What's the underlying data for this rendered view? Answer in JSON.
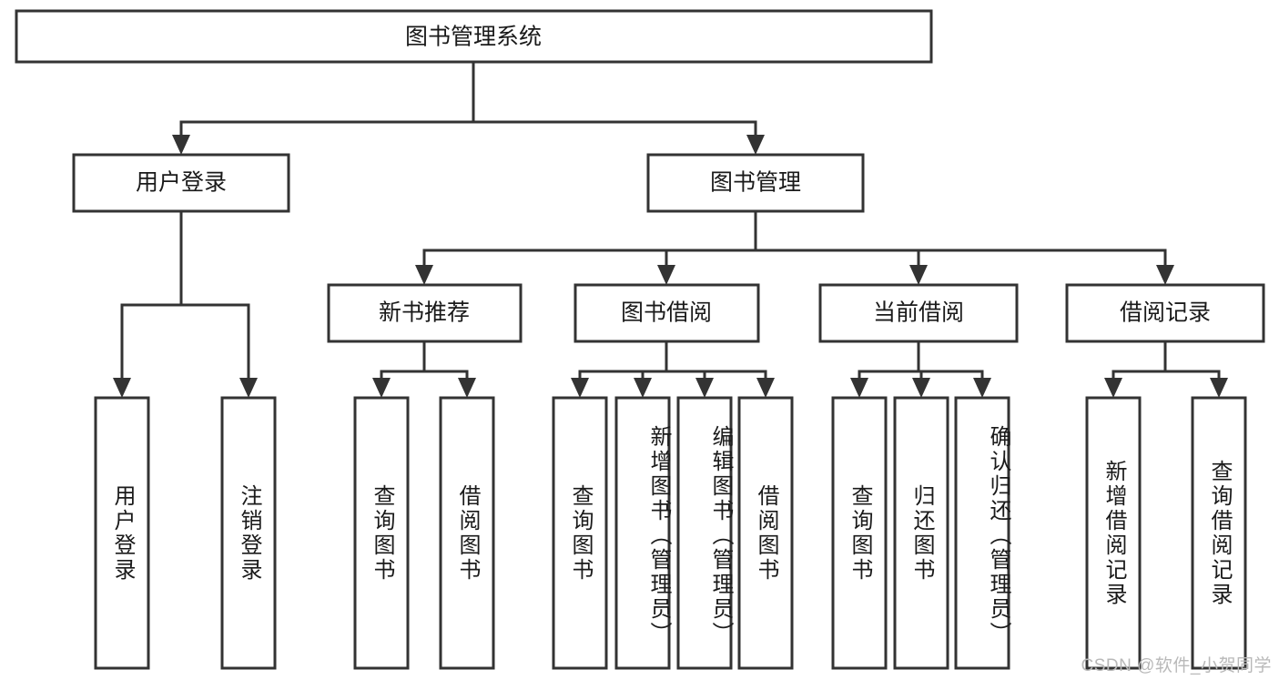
{
  "diagram": {
    "title": "图书管理系统",
    "type": "tree-hierarchy-diagram",
    "colors": {
      "stroke": "#333333",
      "fill": "#ffffff",
      "text": "#1a1a1a",
      "watermark": "#b9b9b9"
    },
    "root": {
      "label": "图书管理系统"
    },
    "level2": [
      {
        "label": "用户登录"
      },
      {
        "label": "图书管理"
      }
    ],
    "level3": [
      {
        "label": "新书推荐"
      },
      {
        "label": "图书借阅"
      },
      {
        "label": "当前借阅"
      },
      {
        "label": "借阅记录"
      }
    ],
    "leaves": {
      "user_login": [
        {
          "label": "用户登录"
        },
        {
          "label": "注销登录"
        }
      ],
      "new_book_recommend": [
        {
          "label": "查询图书"
        },
        {
          "label": "借阅图书"
        }
      ],
      "book_borrow": [
        {
          "label": "查询图书"
        },
        {
          "label": "新增图书（管理员）"
        },
        {
          "label": "编辑图书（管理员）"
        },
        {
          "label": "借阅图书"
        }
      ],
      "current_borrow": [
        {
          "label": "查询图书"
        },
        {
          "label": "归还图书"
        },
        {
          "label": "确认归还（管理员）"
        }
      ],
      "borrow_records": [
        {
          "label": "新增借阅记录"
        },
        {
          "label": "查询借阅记录"
        }
      ]
    }
  },
  "watermark": {
    "text": "CSDN @软件_小贺同学"
  }
}
